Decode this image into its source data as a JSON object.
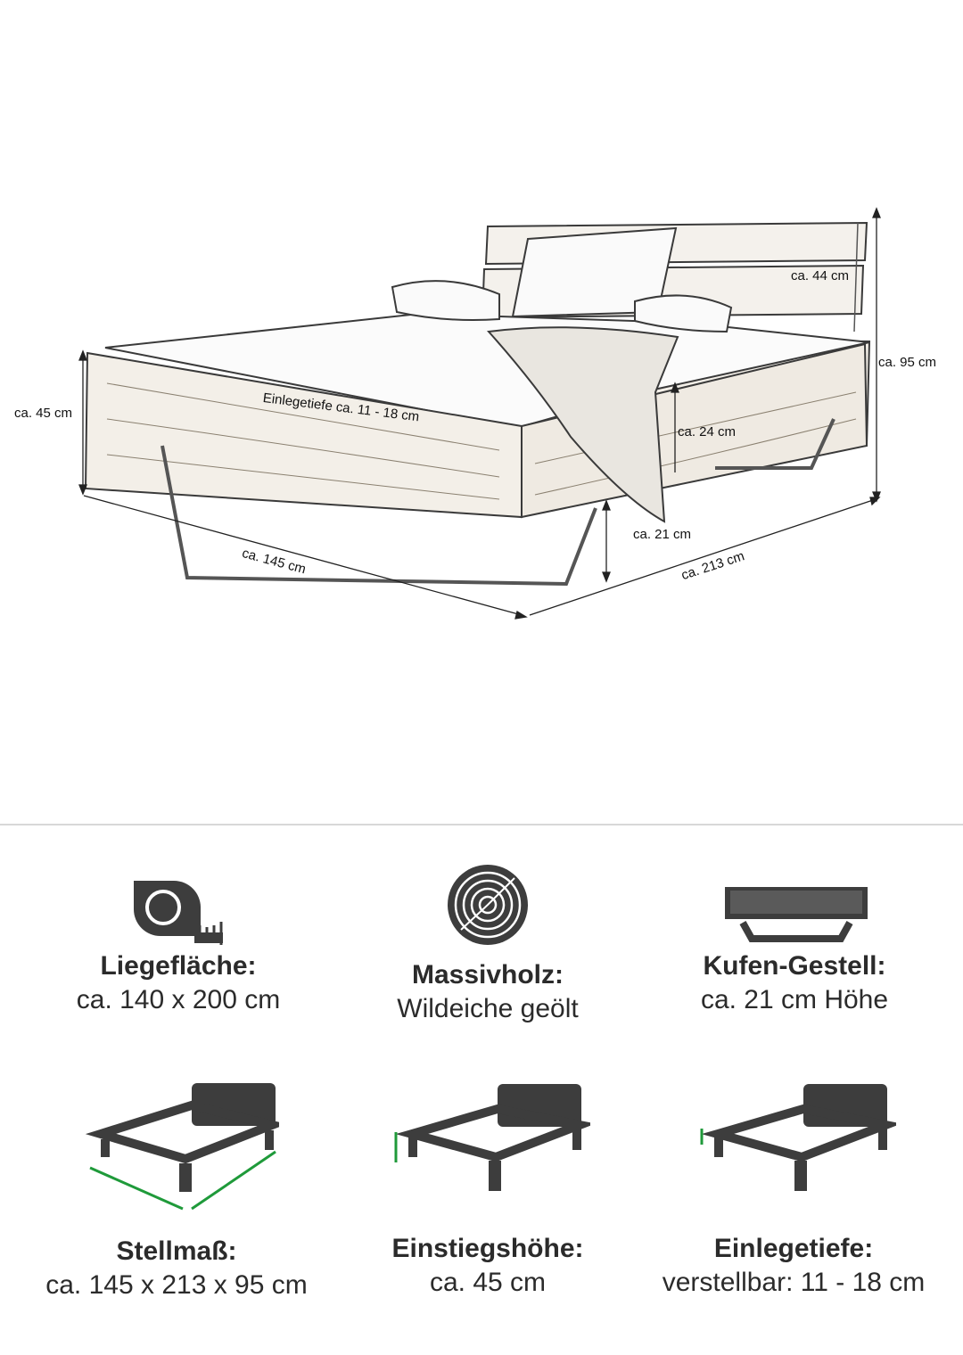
{
  "dimensions": {
    "headboard_height": "ca. 44 cm",
    "total_height": "ca. 95 cm",
    "frame_height": "ca. 45 cm",
    "insert_depth": "Einlegetiefe ca. 11 - 18 cm",
    "side_height": "ca. 24 cm",
    "runner_height": "ca. 21 cm",
    "width": "ca. 145 cm",
    "length": "ca. 213 cm"
  },
  "features": [
    {
      "icon": "tape-measure-icon",
      "title": "Liegefläche:",
      "value": "ca. 140 x 200 cm"
    },
    {
      "icon": "tree-rings-icon",
      "title": "Massivholz:",
      "value": "Wildeiche geölt"
    },
    {
      "icon": "runner-frame-icon",
      "title": "Kufen-Gestell:",
      "value": "ca. 21 cm Höhe"
    },
    {
      "icon": "bed-dimensions-icon",
      "title": "Stellmaß:",
      "value": "ca. 145 x 213 x 95 cm"
    },
    {
      "icon": "bed-entry-height-icon",
      "title": "Einstiegshöhe:",
      "value": "ca. 45 cm"
    },
    {
      "icon": "bed-insert-depth-icon",
      "title": "Einlegetiefe:",
      "value": "verstellbar: 11 - 18 cm"
    }
  ],
  "colors": {
    "icon_fill": "#3d3d3d",
    "accent": "#1f9a3a",
    "text": "#2b2b2b",
    "divider": "#d8d8d8"
  }
}
